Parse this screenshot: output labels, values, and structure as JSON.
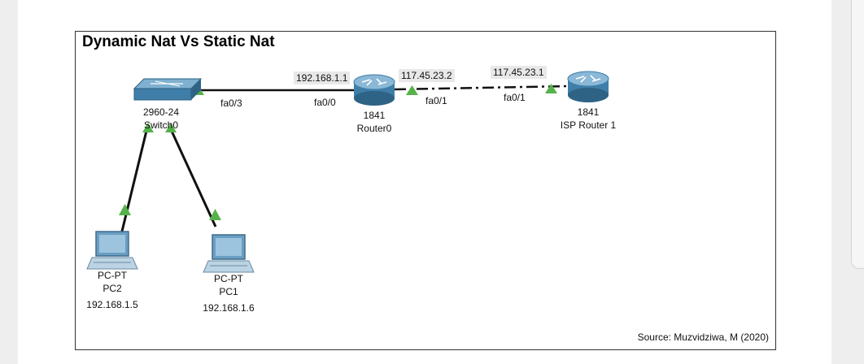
{
  "diagram": {
    "title": "Dynamic Nat Vs Static Nat",
    "source": "Source: Muzvidziwa, M (2020)",
    "switch": {
      "model": "2960-24",
      "name": "Switch0",
      "port_label": "fa0/3"
    },
    "router0": {
      "model": "1841",
      "name": "Router0",
      "ip_lan": "192.168.1.1",
      "port_lan": "fa0/0",
      "ip_wan": "117.45.23.2",
      "port_wan": "fa0/1"
    },
    "isp_router": {
      "model": "1841",
      "name": "ISP Router 1",
      "ip": "117.45.23.1",
      "port": "fa0/1"
    },
    "pc2": {
      "type": "PC-PT",
      "name": "PC2",
      "ip": "192.168.1.5"
    },
    "pc1": {
      "type": "PC-PT",
      "name": "PC1",
      "ip": "192.168.1.6"
    }
  },
  "colors": {
    "link_up": "#55b24a",
    "device_blue": "#3f7ea8",
    "cable": "#111111"
  }
}
